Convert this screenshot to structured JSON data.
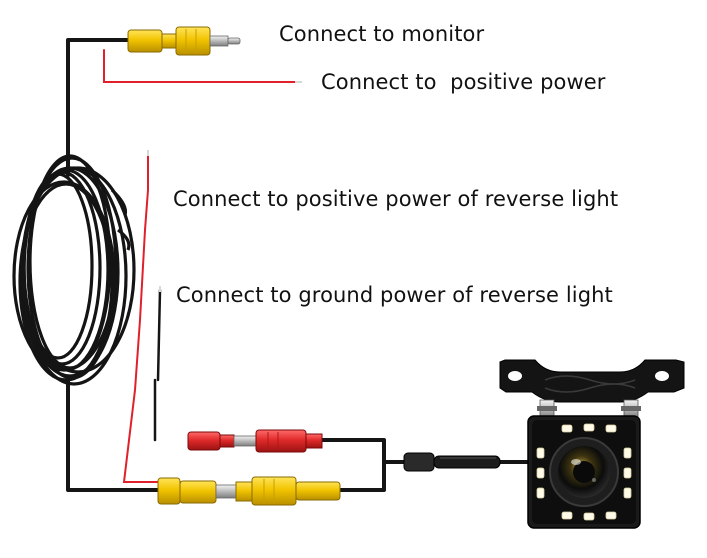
{
  "labels": {
    "connect_monitor": "Connect to monitor",
    "connect_power": "Connect to  positive power",
    "connect_reverse_positive": "Connect to positive power of reverse light",
    "connect_reverse_ground": "Connect to ground power of reverse light"
  },
  "colors": {
    "cable_black": "#111111",
    "wire_red": "#e0202a",
    "rca_yellow": "#f2c400",
    "rca_red": "#e02a2a",
    "camera_body": "#1a1a1a",
    "led_white": "#fffbe8"
  },
  "icons": {
    "camera": "rear-view-camera-icon",
    "connector": "rca-connector-icon"
  }
}
